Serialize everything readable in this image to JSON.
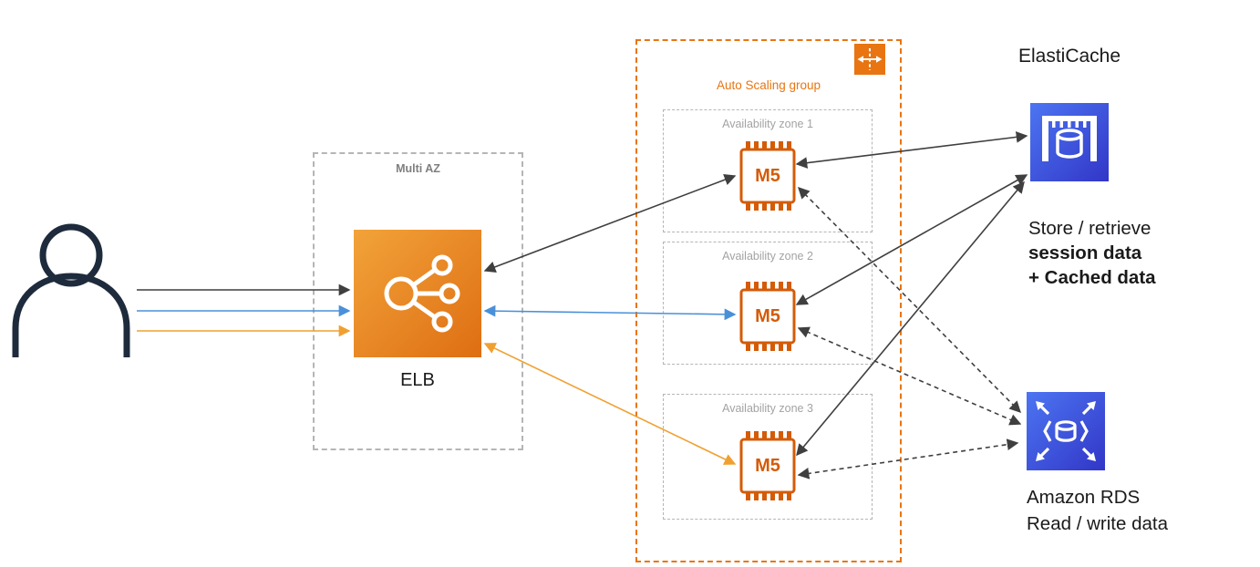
{
  "colors": {
    "asg_border_orange": "#E87511",
    "instance_orange": "#D45B07",
    "elb_gradient": [
      "#F2A33A",
      "#DE6E12"
    ],
    "database_blue_gradient": [
      "#4C75F2",
      "#3236C7"
    ],
    "arrow_dark": "#3F3F3F",
    "arrow_blue": "#4A90D9",
    "arrow_orange": "#F0A030",
    "user_outline": "#1E2B3C",
    "dashed_box_gray": "#B5B5B5"
  },
  "user": {
    "icon": "user-icon"
  },
  "load_balancer": {
    "container_label": "Multi AZ",
    "icon": "elb-icon",
    "label": "ELB"
  },
  "auto_scaling_group": {
    "label": "Auto Scaling group",
    "icon": "auto-scaling-group-icon",
    "zones": [
      {
        "label": "Availability zone 1",
        "instance_label": "M5",
        "icon": "ec2-m5-instance-icon"
      },
      {
        "label": "Availability zone 2",
        "instance_label": "M5",
        "icon": "ec2-m5-instance-icon"
      },
      {
        "label": "Availability zone 3",
        "instance_label": "M5",
        "icon": "ec2-m5-instance-icon"
      }
    ]
  },
  "elasticache": {
    "title": "ElastiCache",
    "icon": "elasticache-icon",
    "caption_line1": "Store / retrieve",
    "caption_line2": "session data",
    "caption_line3": "+ Cached data"
  },
  "rds": {
    "icon": "amazon-rds-icon",
    "caption_line1": "Amazon RDS",
    "caption_line2": "Read / write data"
  }
}
